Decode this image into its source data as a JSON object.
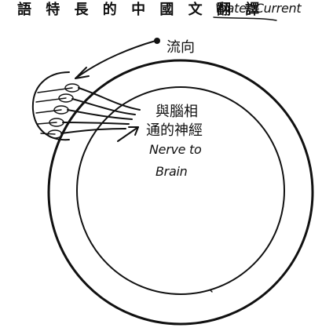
{
  "header_partial_text": "語 特 長 的 中 國 文 翻 譯",
  "labels": {
    "water_current_en": "Water Current",
    "flow_direction_cn": "流向",
    "nerve_cn_line1": "與腦相",
    "nerve_cn_line2": "通的神經",
    "nerve_en_line1": "Nerve to",
    "nerve_en_line2": "Brain"
  }
}
